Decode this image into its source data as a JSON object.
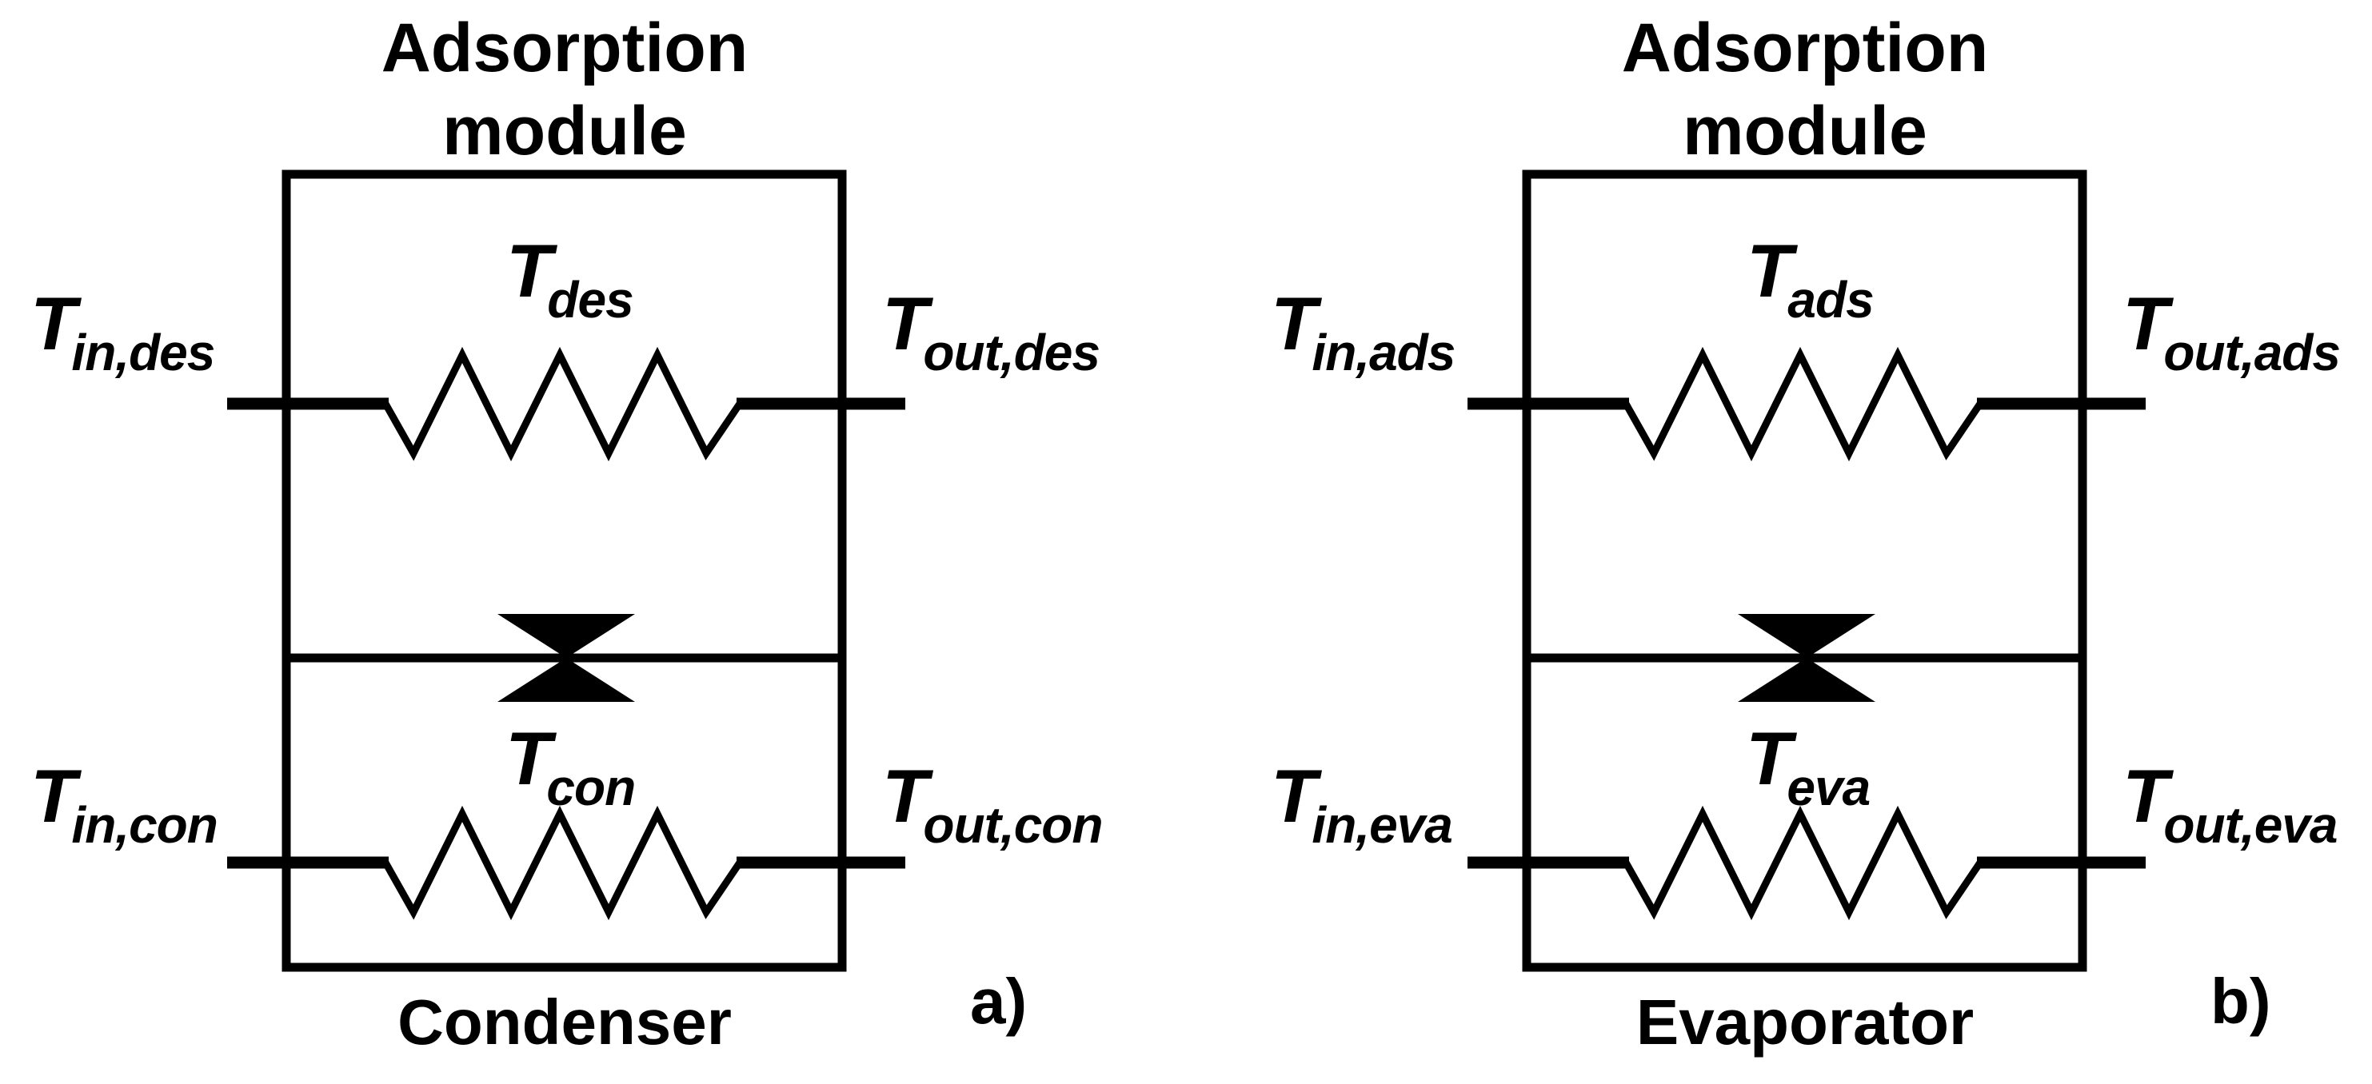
{
  "figure": {
    "background_color": "#ffffff",
    "ink_color": "#000000",
    "icons": {
      "valve": "vapor-valve-icon (solid bowtie triangles)",
      "resistor": "heat-exchanger-zigzag-coil"
    },
    "panels": [
      {
        "id": "a",
        "title_line1": "Adsorption",
        "title_line2": "module",
        "caption": "Condenser",
        "tag": "a)",
        "top_exchanger": {
          "inlet_base": "T",
          "inlet_sub": "in,des",
          "temp_base": "T",
          "temp_sub": "des",
          "outlet_base": "T",
          "outlet_sub": "out,des"
        },
        "bottom_exchanger": {
          "inlet_base": "T",
          "inlet_sub": "in,con",
          "temp_base": "T",
          "temp_sub": "con",
          "outlet_base": "T",
          "outlet_sub": "out,con"
        }
      },
      {
        "id": "b",
        "title_line1": "Adsorption",
        "title_line2": "module",
        "caption": "Evaporator",
        "tag": "b)",
        "top_exchanger": {
          "inlet_base": "T",
          "inlet_sub": "in,ads",
          "temp_base": "T",
          "temp_sub": "ads",
          "outlet_base": "T",
          "outlet_sub": "out,ads"
        },
        "bottom_exchanger": {
          "inlet_base": "T",
          "inlet_sub": "in,eva",
          "temp_base": "T",
          "temp_sub": "eva",
          "outlet_base": "T",
          "outlet_sub": "out,eva"
        }
      }
    ]
  }
}
